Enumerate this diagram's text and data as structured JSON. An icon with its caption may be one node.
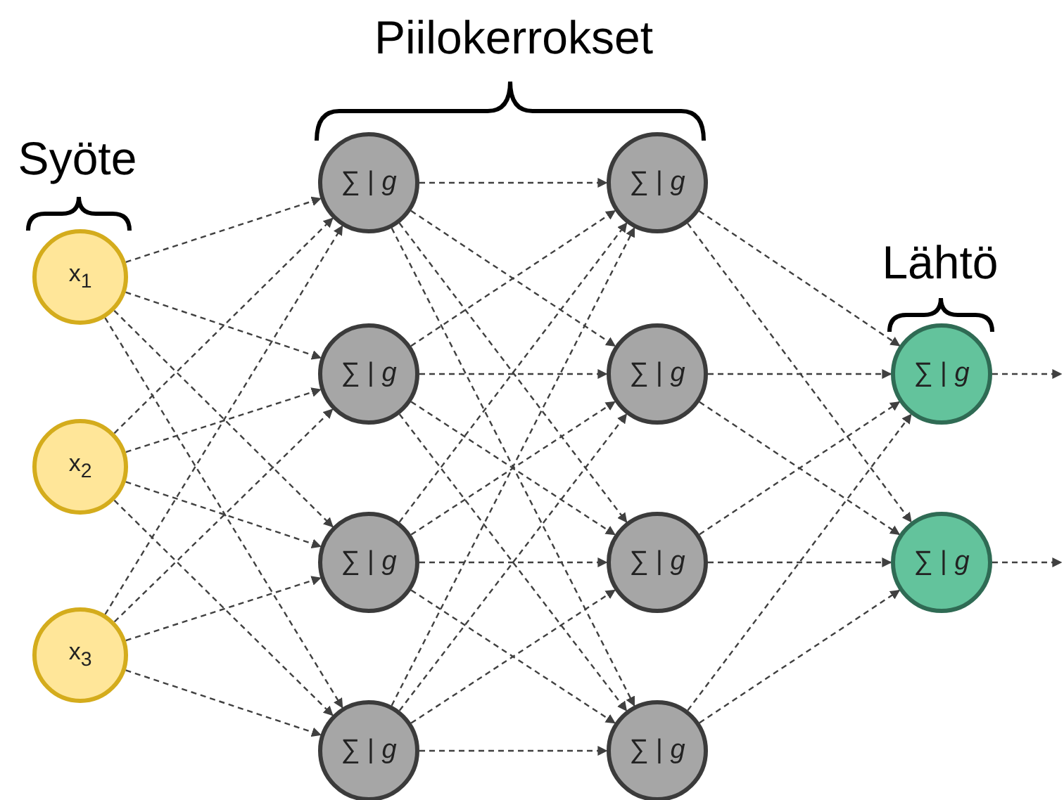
{
  "diagram": {
    "nodes": [
      {
        "text": [
          "x$_{1}$"
        ]
      },
      {
        "text": [
          "x$_{2}$"
        ]
      },
      {
        "text": [
          "x$_{3}$"
        ]
      },
      {
        "text": [
          "∑ | *g*"
        ]
      },
      {
        "text": [
          "∑ | *g*"
        ]
      },
      {
        "text": [
          "∑ | *g*"
        ]
      },
      {
        "text": [
          "∑ | *g*"
        ]
      },
      {
        "text": [
          "∑ | *g*"
        ]
      },
      {
        "text": [
          "∑ | *g*"
        ]
      },
      {
        "text": [
          "∑ | *g*"
        ]
      },
      {
        "text": [
          "∑ | *g*"
        ]
      },
      {
        "text": [
          "∑ | *g*"
        ]
      },
      {
        "text": [
          "∑ | *g*"
        ]
      }
    ],
    "edges": [
      {
        "from": 0,
        "to": 3,
        "arrow": "to",
        "style": "dashed"
      },
      {
        "from": 0,
        "to": 4,
        "arrow": "to",
        "style": "dashed"
      },
      {
        "from": 0,
        "to": 5,
        "arrow": "to",
        "style": "dashed"
      },
      {
        "from": 0,
        "to": 6,
        "arrow": "to",
        "style": "dashed"
      },
      {
        "from": 1,
        "to": 3,
        "arrow": "to",
        "style": "dashed"
      },
      {
        "from": 1,
        "to": 4,
        "arrow": "to",
        "style": "dashed"
      },
      {
        "from": 1,
        "to": 5,
        "arrow": "to",
        "style": "dashed"
      },
      {
        "from": 1,
        "to": 6,
        "arrow": "to",
        "style": "dashed"
      },
      {
        "from": 2,
        "to": 3,
        "arrow": "to",
        "style": "dashed"
      },
      {
        "from": 2,
        "to": 4,
        "arrow": "to",
        "style": "dashed"
      },
      {
        "from": 2,
        "to": 5,
        "arrow": "to",
        "style": "dashed"
      },
      {
        "from": 2,
        "to": 6,
        "arrow": "to",
        "style": "dashed"
      },
      {
        "from": 3,
        "to": 7,
        "arrow": "to",
        "style": "dashed"
      },
      {
        "from": 3,
        "to": 8,
        "arrow": "to",
        "style": "dashed"
      },
      {
        "from": 3,
        "to": 9,
        "arrow": "to",
        "style": "dashed"
      },
      {
        "from": 3,
        "to": 10,
        "arrow": "to",
        "style": "dashed"
      },
      {
        "from": 4,
        "to": 7,
        "arrow": "to",
        "style": "dashed"
      },
      {
        "from": 4,
        "to": 8,
        "arrow": "to",
        "style": "dashed"
      },
      {
        "from": 4,
        "to": 9,
        "arrow": "to",
        "style": "dashed"
      },
      {
        "from": 4,
        "to": 10,
        "arrow": "to",
        "style": "dashed"
      },
      {
        "from": 5,
        "to": 7,
        "arrow": "to",
        "style": "dashed"
      },
      {
        "from": 5,
        "to": 8,
        "arrow": "to",
        "style": "dashed"
      },
      {
        "from": 5,
        "to": 9,
        "arrow": "to",
        "style": "dashed"
      },
      {
        "from": 5,
        "to": 10,
        "arrow": "to",
        "style": "dashed"
      },
      {
        "from": 6,
        "to": 7,
        "arrow": "to",
        "style": "dashed"
      },
      {
        "from": 6,
        "to": 8,
        "arrow": "to",
        "style": "dashed"
      },
      {
        "from": 6,
        "to": 9,
        "arrow": "to",
        "style": "dashed"
      },
      {
        "from": 6,
        "to": 10,
        "arrow": "to",
        "style": "dashed"
      },
      {
        "from": 7,
        "to": 11,
        "arrow": "to",
        "style": "dashed"
      },
      {
        "from": 7,
        "to": 12,
        "arrow": "to",
        "style": "dashed"
      },
      {
        "from": 8,
        "to": 11,
        "arrow": "to",
        "style": "dashed"
      },
      {
        "from": 8,
        "to": 12,
        "arrow": "to",
        "style": "dashed"
      },
      {
        "from": 9,
        "to": 11,
        "arrow": "to",
        "style": "dashed"
      },
      {
        "from": 9,
        "to": 12,
        "arrow": "to",
        "style": "dashed"
      },
      {
        "from": 10,
        "to": 11,
        "arrow": "to",
        "style": "dashed"
      },
      {
        "from": 10,
        "to": 12,
        "arrow": "to",
        "style": "dashed"
      },
      {
        "from": 11,
        "to": null,
        "arrow": "to",
        "style": "dashed"
      },
      {
        "from": 12,
        "to": null,
        "arrow": "to",
        "style": "dashed"
      }
    ],
    "labels": [
      "Piilokerrokset",
      "Syöte",
      "Lähtö"
    ]
  }
}
